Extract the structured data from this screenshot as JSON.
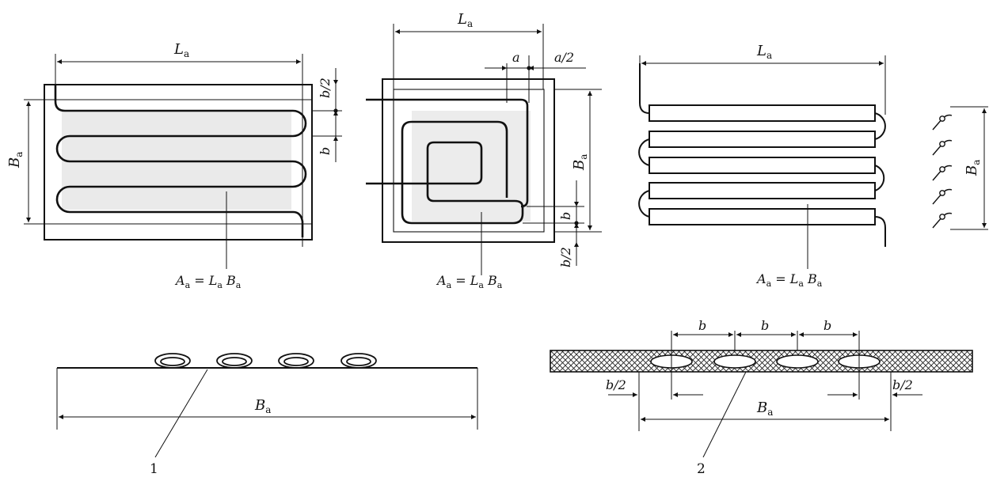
{
  "labels": {
    "La": "L",
    "Ba": "B",
    "sub": "a",
    "b": "b",
    "a": "a",
    "half_b": "b/2",
    "half_a": "a/2",
    "area_lhs": "A",
    "area_eq": " = ",
    "part_1": "1",
    "part_2": "2"
  },
  "colors": {
    "line": "#111111",
    "fill_region": "#d6d6d6",
    "hatch": "#222222",
    "background": "#ffffff"
  }
}
